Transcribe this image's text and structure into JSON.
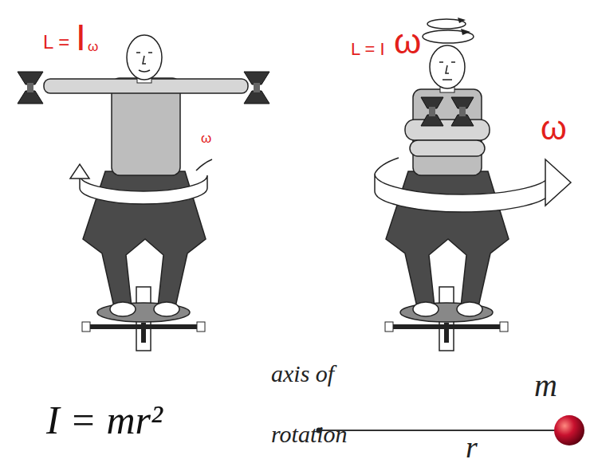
{
  "diagram": {
    "labels": [
      "L =",
      "I",
      "ω",
      "ω",
      "L = I",
      "ω",
      "ω",
      "I = mr²",
      "axis of rotation",
      "m",
      "r"
    ]
  }
}
